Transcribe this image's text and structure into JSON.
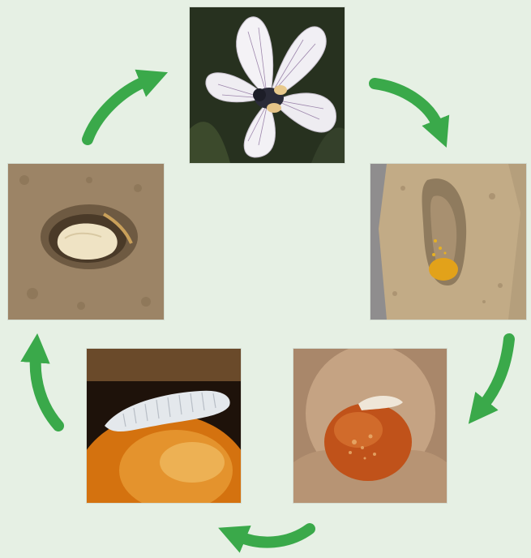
{
  "diagram": {
    "type": "life-cycle",
    "stages": [
      {
        "id": "adult-bee-on-flower",
        "icon": "bee-on-flower-photo"
      },
      {
        "id": "nest-cell-with-pollen",
        "icon": "pollen-cell-photo"
      },
      {
        "id": "egg-on-pollen-ball",
        "icon": "egg-photo"
      },
      {
        "id": "larva-on-pollen-ball",
        "icon": "larva-photo"
      },
      {
        "id": "pupa-in-soil",
        "icon": "pupa-photo"
      }
    ],
    "flow": "clockwise",
    "arrow_count": 5
  },
  "colors": {
    "background": "#e6f0e4",
    "arrow": "#3aa94a"
  }
}
